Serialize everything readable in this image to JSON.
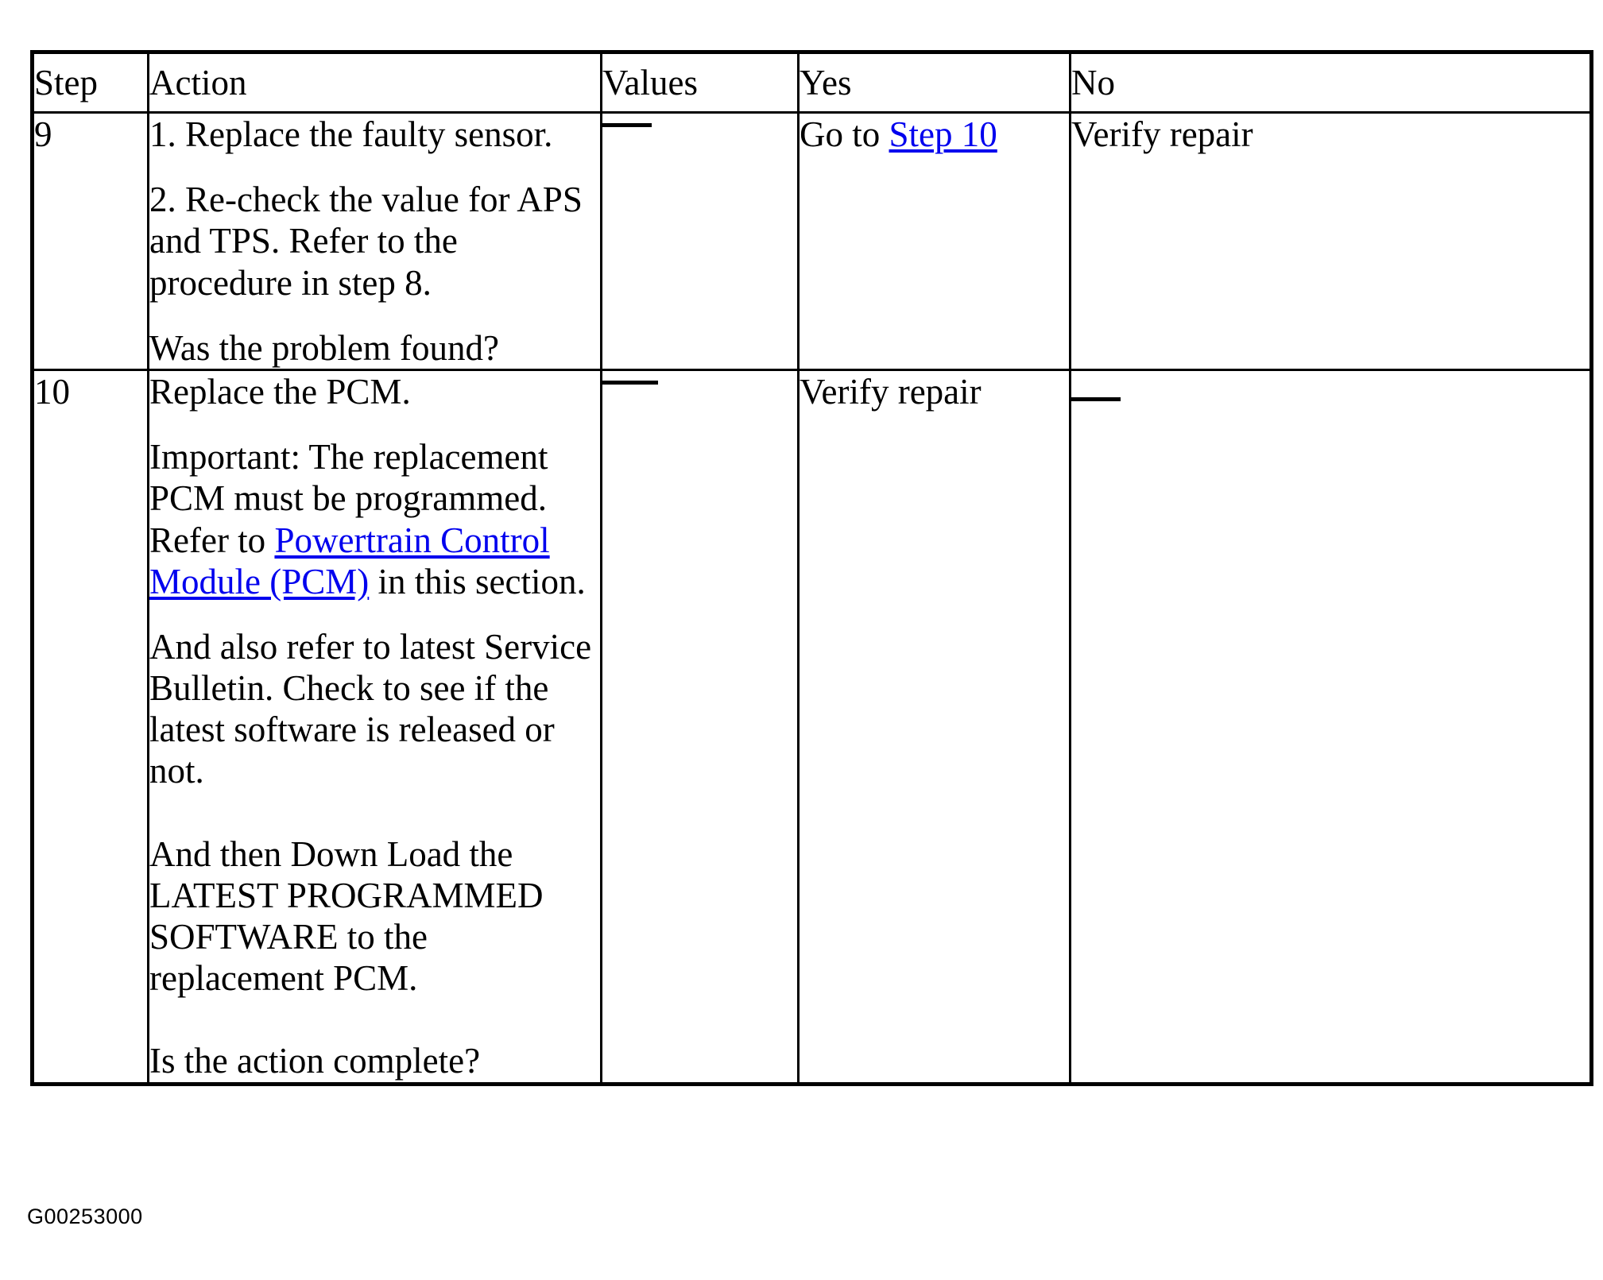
{
  "document": {
    "type": "diagnostic-procedure-table",
    "figure_id": "G00253000"
  },
  "table": {
    "headers": {
      "step": "Step",
      "action": "Action",
      "values": "Values",
      "yes": "Yes",
      "no": "No"
    },
    "rows": [
      {
        "step": "9",
        "action_paragraphs": [
          "1. Replace the faulty sensor.",
          "2. Re-check the value for APS and TPS. Refer to the procedure in step 8.",
          "Was the problem found?"
        ],
        "values": "—",
        "yes": "Go to Step 10",
        "yes_prefix": "Go to ",
        "yes_link": "Step 10",
        "no": "Verify repair"
      },
      {
        "step": "10",
        "action_paragraphs": [
          "Replace the PCM.",
          "Important:  The replacement PCM must be programmed. Refer to Powertrain Control Module (PCM) in this section.",
          "And also refer to latest Service Bulletin. Check to see if the latest software is released or not.",
          "And then Down Load the LATEST PROGRAMMED SOFTWARE to the replacement PCM.",
          "Is the action complete?"
        ],
        "important_prefix": "Important:  The replacement PCM must be programmed. Refer to ",
        "important_link": "Powertrain Control Module (PCM)",
        "important_suffix": " in this section.",
        "values": "—",
        "yes": "Verify repair",
        "no": "—"
      }
    ]
  }
}
